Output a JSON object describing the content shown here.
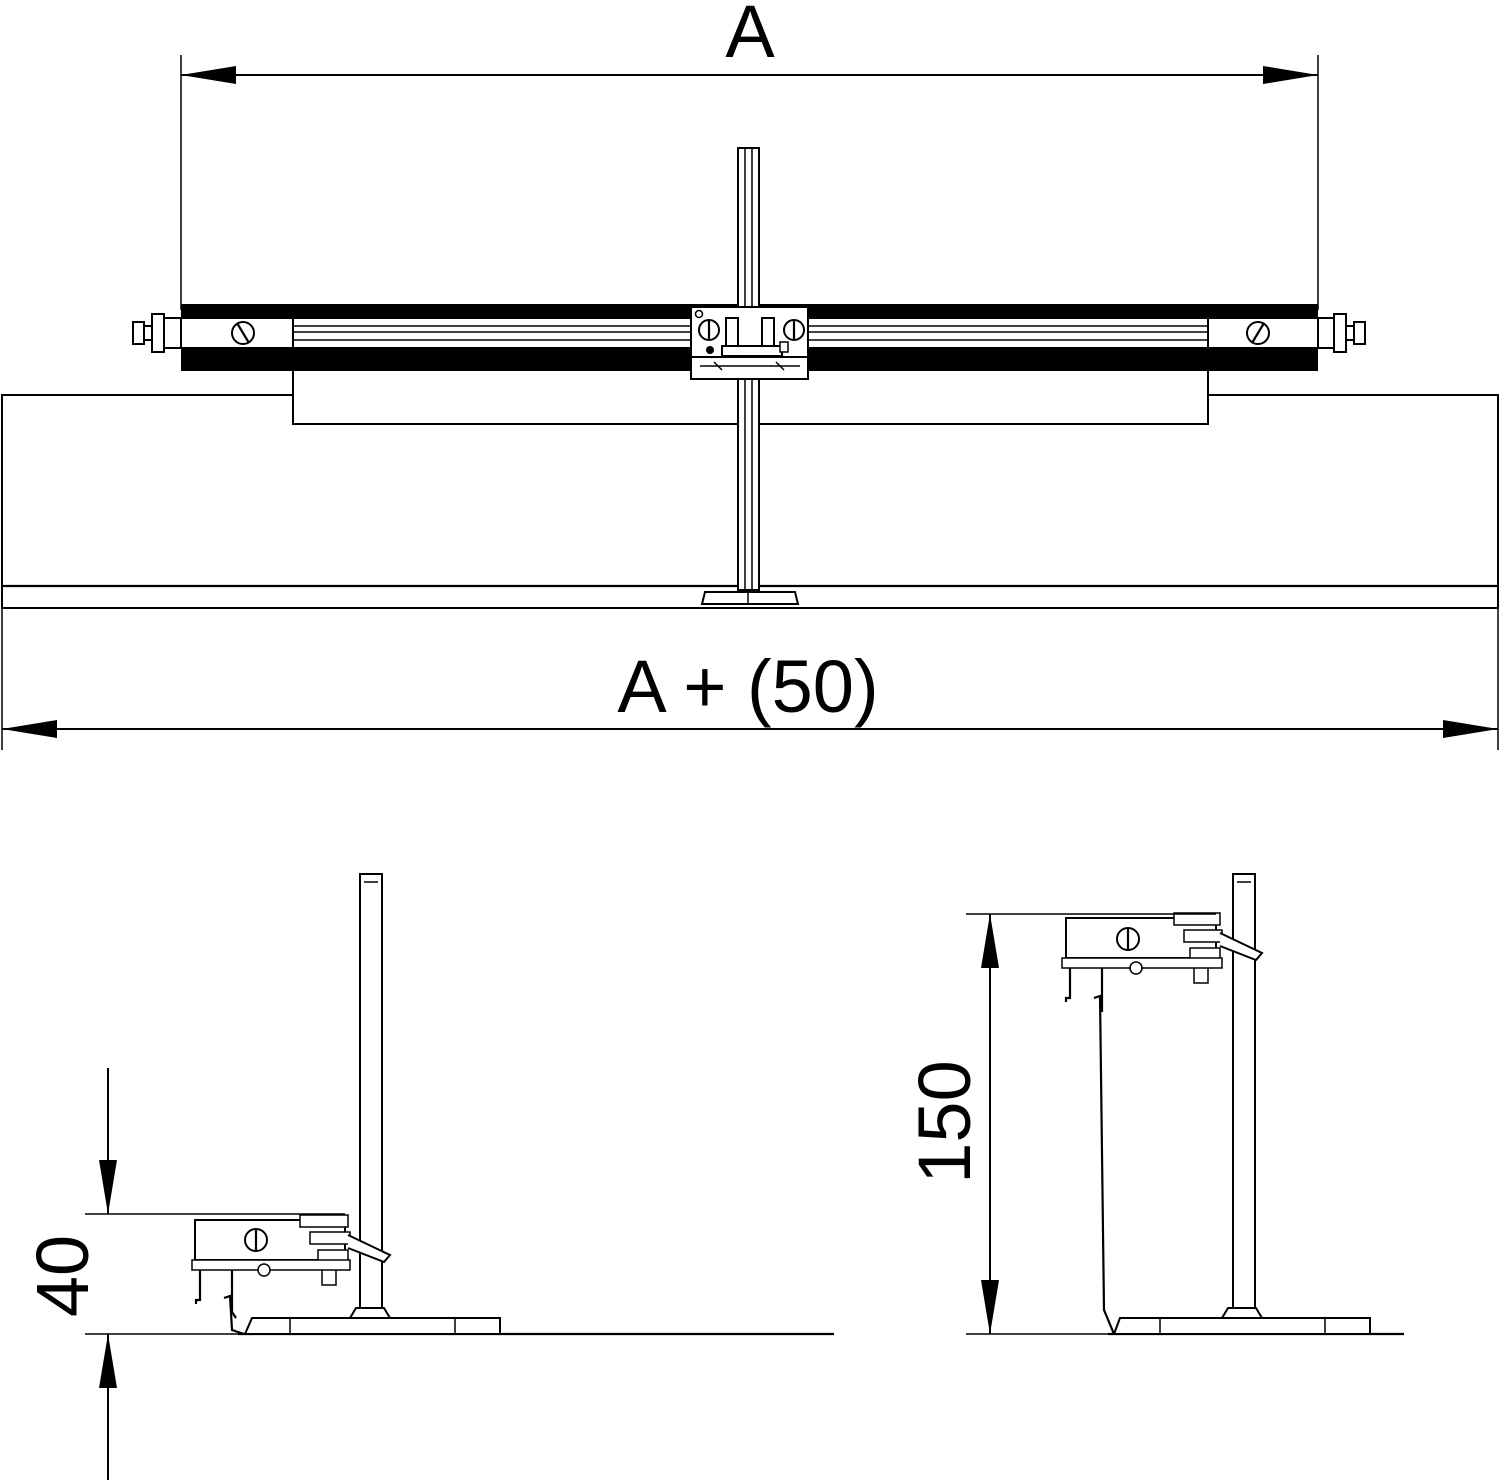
{
  "top_view": {
    "dimension_width": "A",
    "dimension_overall": "A + (50)"
  },
  "side_view_low": {
    "dimension_height": "40"
  },
  "side_view_high": {
    "dimension_height": "150"
  }
}
